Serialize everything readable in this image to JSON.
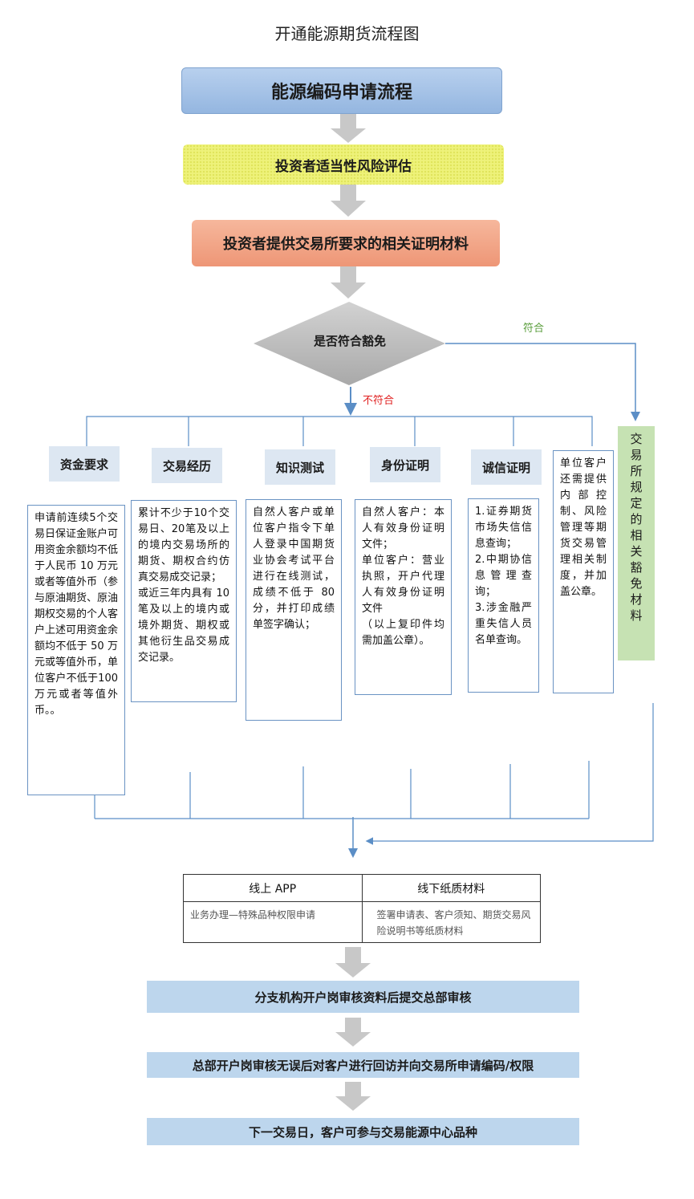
{
  "title": "开通能源期货流程图",
  "steps": {
    "step1": "能源编码申请流程",
    "step2": "投资者适当性风险评估",
    "step3": "投资者提供交易所要求的相关证明材料"
  },
  "decision": {
    "question": "是否符合豁免",
    "yes": "符合",
    "no": "不符合"
  },
  "requirements": [
    {
      "title": "资金要求",
      "text": "申请前连续5个交易日保证金账户可用资金余额均不低于人民币 10 万元或者等值外币（参与原油期货、原油期权交易的个人客户上述可用资金余额均不低于 50 万元或等值外币，单位客户不低于100万元或者等值外币。。"
    },
    {
      "title": "交易经历",
      "text": "累计不少于10个交易日、20笔及以上的境内交易场所的期货、期权合约仿真交易成交记录；\n或近三年内具有 10 笔及以上的境内或境外期货、期权或其他衍生品交易成交记录。"
    },
    {
      "title": "知识测试",
      "text": "自然人客户或单位客户指令下单人登录中国期货业协会考试平台进行在线测试，成绩不低于 80 分，并打印成绩单签字确认；"
    },
    {
      "title": "身份证明",
      "text": "自然人客户：本人有效身份证明文件；\n单位客户：营业执照，开户代理人有效身份证明文件\n（以上复印件均需加盖公章）。"
    },
    {
      "title": "诚信证明",
      "text": "1.证券期货市场失信信息查询；\n2.中期协信息管理查询；\n3.涉金融严重失信人员名单查询。"
    },
    {
      "title": "",
      "text": "单位客户还需提供内部控制、风险管理等期货交易管理相关制度，并加盖公章。"
    }
  ],
  "exempt_box": "交易所规定的相关豁免材料",
  "channels": {
    "online_header": "线上 APP",
    "online_text": "业务办理—特殊品种权限申请",
    "offline_header": "线下纸质材料",
    "offline_text": "签署申请表、客户须知、期货交易风险说明书等纸质材料"
  },
  "final_steps": {
    "step4": "分支机构开户岗审核资料后提交总部审核",
    "step5": "总部开户岗审核无误后对客户进行回访并向交易所申请编码/权限",
    "step6": "下一交易日，客户可参与交易能源中心品种"
  },
  "colors": {
    "line": "#5b8ec6",
    "arrow_gray": "#c8c8c8",
    "diamond": "#bcbcbc",
    "yes": "#5a9e3c",
    "no": "#e02020"
  }
}
